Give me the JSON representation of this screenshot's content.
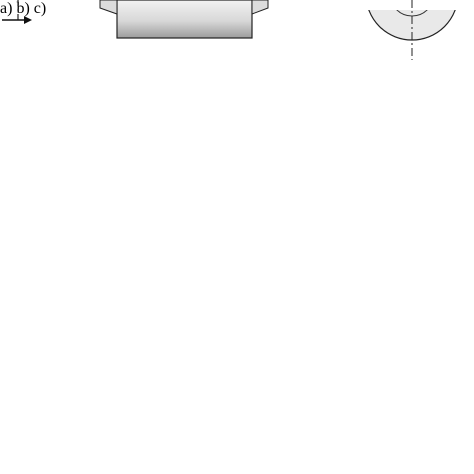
{
  "figure": {
    "panels": [
      {
        "label": "a)"
      },
      {
        "label": "b)"
      },
      {
        "label": "c)"
      },
      {
        "label": ""
      }
    ],
    "colors": {
      "ink": "#222222",
      "hatch": "#555555",
      "body_light": "#eeeeee",
      "body_mid": "#c8c8c8",
      "body_dark": "#9a9a9a",
      "coating_dark": "#7a7a7a",
      "disc_light": "#e6e6e6",
      "disc_dark": "#a8a8a8"
    }
  }
}
